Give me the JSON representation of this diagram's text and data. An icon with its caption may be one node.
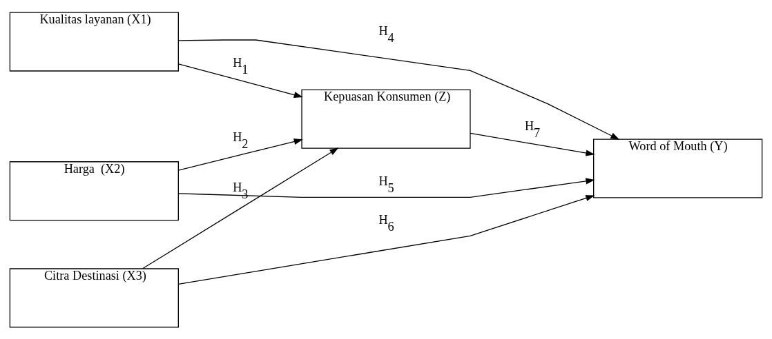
{
  "diagram": {
    "nodes": [
      {
        "text": [
          "Kualitas layanan (X1)"
        ]
      },
      {
        "text": [
          "Harga  (X2)"
        ]
      },
      {
        "text": [
          "Citra Destinasi (X3)"
        ]
      },
      {
        "text": [
          "Kepuasan Konsumen (Z)"
        ]
      },
      {
        "text": [
          "Word of Mouth (Y)"
        ]
      }
    ],
    "edges": [
      {
        "from": 0,
        "to": 3,
        "arrow": "to",
        "label": "H$_{1}$"
      },
      {
        "from": 1,
        "to": 3,
        "arrow": "to",
        "label": "H$_{2}$"
      },
      {
        "from": 2,
        "to": 3,
        "arrow": "to",
        "label": "H$_{3}$"
      },
      {
        "from": 0,
        "to": 4,
        "arrow": "to",
        "label": "H$_{4}$"
      },
      {
        "from": 1,
        "to": 4,
        "arrow": "to",
        "label": "H$_{5}$"
      },
      {
        "from": 2,
        "to": 4,
        "arrow": "to",
        "label": "H$_{6}$"
      },
      {
        "from": 3,
        "to": 4,
        "arrow": "to",
        "label": "H$_{7}$"
      }
    ]
  }
}
